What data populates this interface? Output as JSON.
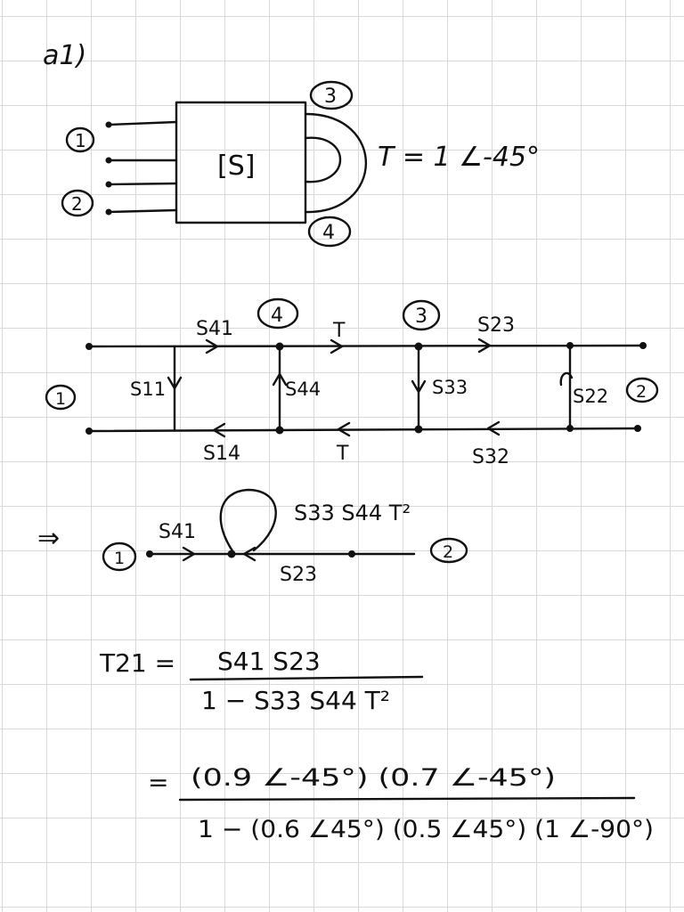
{
  "problem_label": "a1)",
  "block": {
    "matrix_label": "[S]",
    "ports": [
      "1",
      "2",
      "3",
      "4"
    ],
    "termination": "T = 1 ∠-45°"
  },
  "flow_graph": {
    "port_left": "1",
    "port_right": "2",
    "node_4": "4",
    "node_3": "3",
    "labels": {
      "s41": "S41",
      "t_top": "T",
      "s23": "S23",
      "s11": "S11",
      "s44": "S44",
      "s33": "S33",
      "s22": "S22",
      "s14": "S14",
      "t_bottom": "T",
      "s32": "S32"
    }
  },
  "reduced_graph": {
    "implies": "⇒",
    "port_left": "1",
    "port_right": "2",
    "s41": "S41",
    "loop": "S33 S44 T²",
    "s23": "S23"
  },
  "equation": {
    "lhs": "T21 =",
    "numerator": "S41 S23",
    "denominator": "1 − S33 S44 T²",
    "eq2_prefix": "=",
    "numerator2": "(0.9 ∠-45°) (0.7 ∠-45°)",
    "denominator2": "1 − (0.6 ∠45°) (0.5 ∠45°) (1 ∠-90°)"
  }
}
